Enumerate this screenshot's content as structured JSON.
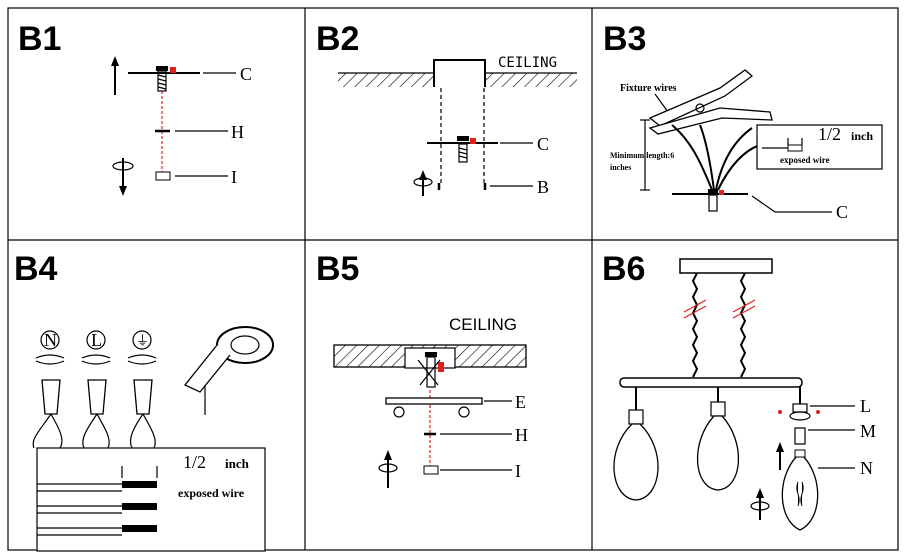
{
  "panels": [
    {
      "id": "B1",
      "label": "B1",
      "callouts": [
        "C",
        "H",
        "I"
      ]
    },
    {
      "id": "B2",
      "label": "B2",
      "ceiling": "CEILING",
      "callouts": [
        "C",
        "B"
      ]
    },
    {
      "id": "B3",
      "label": "B3",
      "fixture": "Fixture wires",
      "minimum_1": "Minimum length:6",
      "minimum_2": "inches",
      "half": "1/2",
      "inch": "inch",
      "exposed": "exposed wire",
      "callouts": [
        "C"
      ]
    },
    {
      "id": "B4",
      "label": "B4",
      "symbols": [
        "N",
        "L",
        "⏚"
      ],
      "half": "1/2",
      "inch": "inch",
      "exposed": "exposed wire"
    },
    {
      "id": "B5",
      "label": "B5",
      "ceiling": "CEILING",
      "callouts": [
        "E",
        "H",
        "I"
      ]
    },
    {
      "id": "B6",
      "label": "B6",
      "callouts": [
        "L",
        "M",
        "N"
      ]
    }
  ],
  "colors": {
    "accent": "#e0201c",
    "line": "#000000"
  }
}
